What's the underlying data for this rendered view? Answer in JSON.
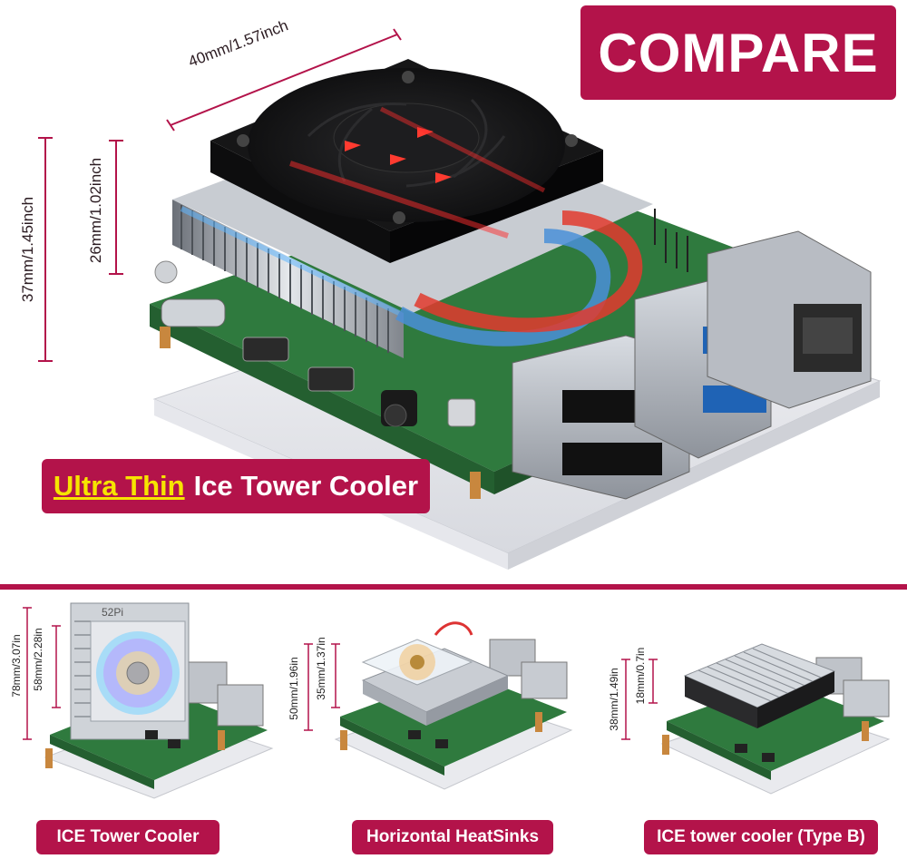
{
  "header": {
    "compare_label": "COMPARE"
  },
  "main_product": {
    "title_highlight": "Ultra Thin",
    "title_rest": "Ice Tower Cooler",
    "dim_width": "40mm/1.57inch",
    "dim_total_height": "37mm/1.45inch",
    "dim_cooler_height": "26mm/1.02inch"
  },
  "comparisons": [
    {
      "caption": "ICE Tower Cooler",
      "dim_total": "78mm/3.07in",
      "dim_cooler": "58mm/2.28in",
      "fan_brand": "52Pi"
    },
    {
      "caption": "Horizontal HeatSinks",
      "dim_total": "50mm/1.96in",
      "dim_cooler": "35mm/1.37in"
    },
    {
      "caption": "ICE tower cooler (Type B)",
      "dim_total": "38mm/1.49in",
      "dim_cooler": "18mm/0.7in"
    }
  ],
  "colors": {
    "accent": "#b3134a",
    "highlight": "#f6e400",
    "pcb": "#2f7a3e",
    "heatsink": "#b9bec6"
  }
}
